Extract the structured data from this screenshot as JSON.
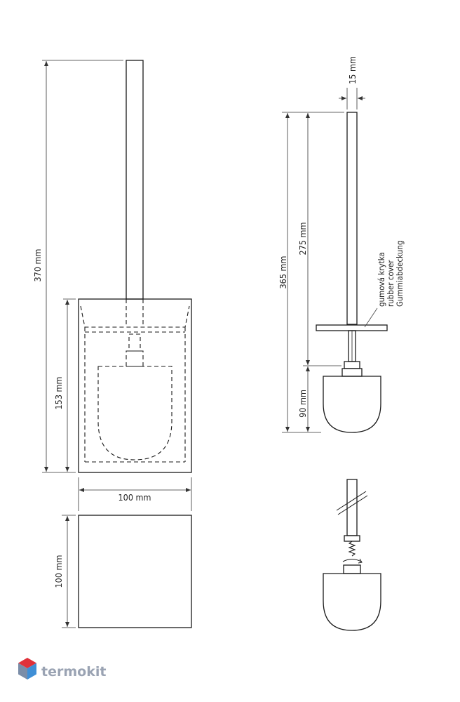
{
  "dimensions": {
    "total_height": "370 mm",
    "container_height": "153 mm",
    "container_width": "100 mm",
    "container_depth": "100 mm",
    "brush_width": "15 mm",
    "brush_total_length": "365 mm",
    "handle_length": "275 mm",
    "head_height": "90 mm"
  },
  "callout": {
    "lines": [
      "gumová krytka",
      "rubber cover",
      "Gummiabdeckung"
    ]
  },
  "brand": {
    "name": "termokit",
    "text_color": "#9aa3b3",
    "icon_colors": [
      "#e0313a",
      "#3f8fd6",
      "#7a8da8"
    ]
  },
  "colors": {
    "line": "#1a1a1a",
    "dim_line": "#333333"
  }
}
